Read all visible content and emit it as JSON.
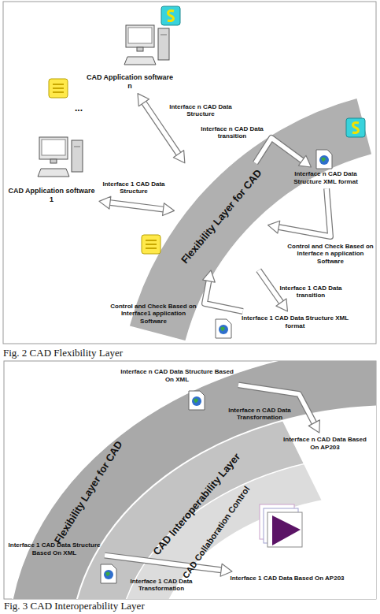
{
  "diagram": {
    "nodes": [
      {
        "text": [
          "CAD Application software n"
        ]
      },
      {
        "text": [
          "CAD Application software 1"
        ]
      },
      {
        "text": [
          "Flexibility Layer for CAD"
        ]
      },
      {
        "text": [
          "Interface n CAD Data Structure XML format"
        ]
      },
      {
        "text": [
          "Interface 1 CAD Data Structure XML format"
        ]
      },
      {
        "text": [
          "Flexibility Layer for CAD"
        ]
      },
      {
        "text": [
          "Interface n CAD Data Structure Based On XML"
        ]
      },
      {
        "text": [
          "Interface 1 CAD Data Structure Based On XML"
        ]
      },
      {
        "text": [
          "CAD Interoperability Layer"
        ]
      },
      {
        "text": [
          "CAD Collaboration Control"
        ]
      },
      {
        "text": [
          "Interface n CAD Data Based On AP203"
        ]
      },
      {
        "text": [
          "Interface 1 CAD Data Based On AP203"
        ]
      }
    ],
    "edges": [
      {
        "from": 0,
        "to": 2,
        "label": "Interface n CAD Data Structure",
        "arrow": "both"
      },
      {
        "from": 1,
        "to": 2,
        "label": "Interface 1 CAD Data Structure",
        "arrow": "both"
      },
      {
        "from": 2,
        "to": 3,
        "label": "Interface n CAD Data transition",
        "arrow": "to"
      },
      {
        "from": 3,
        "to": 2,
        "label": "Control and Check Based on Interface n application Software",
        "arrow": "to"
      },
      {
        "from": 2,
        "to": 4,
        "label": "Interface 1 CAD Data transition",
        "arrow": "to"
      },
      {
        "from": 4,
        "to": 2,
        "label": "Control and Check Based on Interface1 application Software",
        "arrow": "to"
      },
      {
        "from": 6,
        "to": 10,
        "label": "Interface n CAD Data Transformation",
        "arrow": "to"
      },
      {
        "from": 7,
        "to": 11,
        "label": "Interface 1 CAD Data Transformation",
        "arrow": "to"
      }
    ],
    "labels": [
      "...",
      "Fig. 2 CAD Flexibility Layer",
      "Fig. 3 CAD Interoperability Layer"
    ]
  }
}
